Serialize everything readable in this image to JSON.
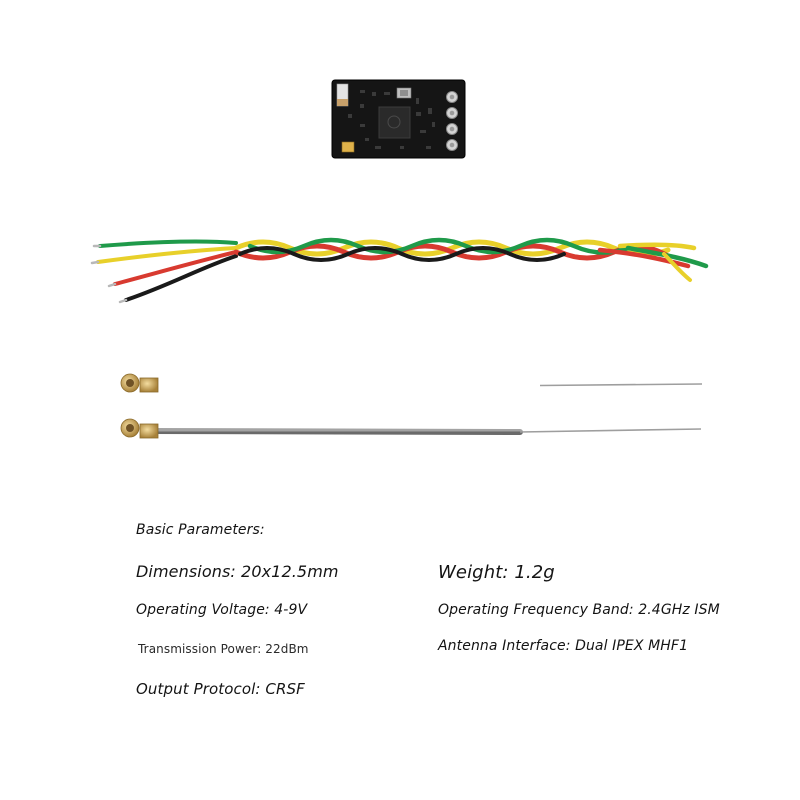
{
  "specs": {
    "heading": "Basic Parameters:",
    "dimensions": "Dimensions: 20x12.5mm",
    "weight": "Weight: 1.2g",
    "operating_voltage": "Operating Voltage: 4-9V",
    "frequency_band": "Operating Frequency Band: 2.4GHz ISM",
    "transmission_power": "Transmission Power: 22dBm",
    "antenna_interface": "Antenna Interface: Dual IPEX MHF1",
    "output_protocol": "Output Protocol: CRSF"
  },
  "colors": {
    "pcb": "#151515",
    "wire_green": "#1f9a4a",
    "wire_yellow": "#e8d02a",
    "wire_red": "#d83a30",
    "wire_black": "#1a1a1a",
    "antenna_cable": "#858585",
    "connector_gold": "#c9a256"
  }
}
